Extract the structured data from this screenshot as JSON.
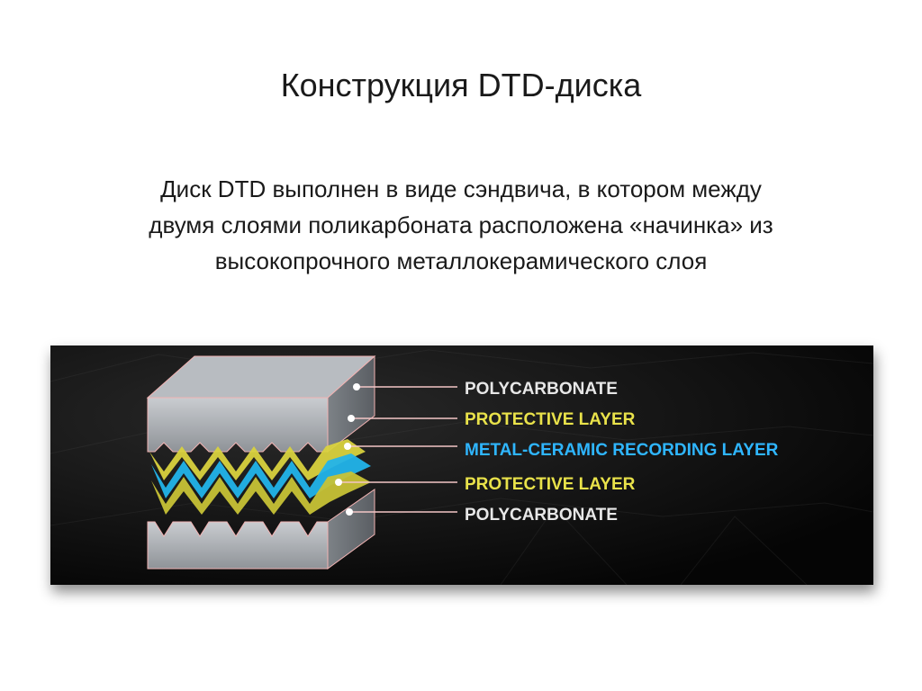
{
  "slide": {
    "title": "Конструкция DTD-диска",
    "body_lines": [
      "Диск DTD выполнен в виде сэндвича, в котором между",
      "двумя слоями поликарбоната расположена «начинка» из",
      "высокопрочного металлокерамического слоя"
    ]
  },
  "diagram": {
    "layers": [
      {
        "label": "POLYCARBONATE",
        "color": "#e7e7e7"
      },
      {
        "label": "PROTECTIVE LAYER",
        "color": "#e9e24a"
      },
      {
        "label": "METAL-CERAMIC RECORDING LAYER",
        "color": "#2fb6ff"
      },
      {
        "label": "PROTECTIVE LAYER",
        "color": "#e9e24a"
      },
      {
        "label": "POLYCARBONATE",
        "color": "#e7e7e7"
      }
    ]
  }
}
